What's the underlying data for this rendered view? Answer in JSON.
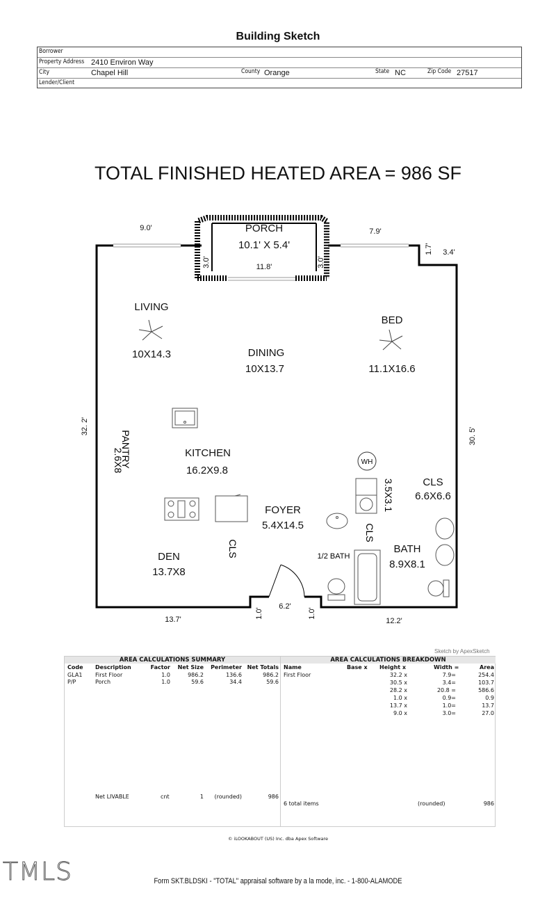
{
  "title": "Building Sketch",
  "header": {
    "borrower_label": "Borrower",
    "address_label": "Property Address",
    "address": "2410 Environ Way",
    "city_label": "City",
    "city": "Chapel Hill",
    "county_label": "County",
    "county": "Orange",
    "state_label": "State",
    "state": "NC",
    "zip_label": "Zip Code",
    "zip": "27517",
    "lender_label": "Lender/Client"
  },
  "banner": "TOTAL FINISHED HEATED AREA = 986 SF",
  "plan": {
    "rooms": [
      {
        "name": "PORCH",
        "size": "10.1' X 5.4'"
      },
      {
        "name": "LIVING",
        "size": "10X14.3"
      },
      {
        "name": "DINING",
        "size": "10X13.7"
      },
      {
        "name": "BED",
        "size": "11.1X16.6"
      },
      {
        "name": "KITCHEN",
        "size": "16.2X9.8"
      },
      {
        "name": "FOYER",
        "size": "5.4X14.5"
      },
      {
        "name": "DEN",
        "size": "13.7X8"
      },
      {
        "name": "CLS",
        "size": "6.6X6.6"
      },
      {
        "name": "BATH",
        "size": "8.9X8.1"
      }
    ],
    "pantry": "PANTRY",
    "pantry_size": "2.6X8",
    "half_bath": "1/2 BATH",
    "cls_vert_1": "CLS",
    "cls_vert_2": "CLS",
    "cls_dim": "3.5X3.1",
    "wh": "WH",
    "dims": {
      "top_left": "9.0'",
      "top_right": "7.9'",
      "right_notch_v": "1.7'",
      "right_notch_h": "3.4'",
      "porch_bottom": "11.8'",
      "porch_left": "3.0'",
      "porch_right": "3.0'",
      "left": "32. 2'",
      "right": "30. 5'",
      "bottom_left": "13.7'",
      "bottom_mid": "6.2'",
      "bottom_right": "12.2'",
      "notch_left": "1.0'",
      "notch_right": "1.0'"
    }
  },
  "credit": "Sketch by ApexSketch",
  "summary": {
    "title": "AREA CALCULATIONS SUMMARY",
    "headers": [
      "Code",
      "Description",
      "Factor",
      "Net Size",
      "Perimeter",
      "Net Totals"
    ],
    "rows": [
      [
        "GLA1",
        "First Floor",
        "1.0",
        "986.2",
        "136.6",
        "986.2"
      ],
      [
        "P/P",
        "Porch",
        "1.0",
        "59.6",
        "34.4",
        "59.6"
      ]
    ],
    "footer": [
      "Net LIVABLE",
      "cnt",
      "1",
      "(rounded)",
      "986"
    ]
  },
  "breakdown": {
    "title": "AREA CALCULATIONS BREAKDOWN",
    "headers": [
      "Name",
      "Base x",
      "Height x",
      "Width =",
      "Area"
    ],
    "name": "First Floor",
    "rows": [
      [
        "32.2  x",
        "7.9=",
        "254.4"
      ],
      [
        "30.5  x",
        "3.4=",
        "103.7"
      ],
      [
        "28.2 x",
        "20.8 =",
        "586.6"
      ],
      [
        "1.0  x",
        "0.9=",
        "0.9"
      ],
      [
        "13.7 x",
        "1.0=",
        "13.7"
      ],
      [
        "9.0  x",
        "3.0=",
        "27.0"
      ]
    ],
    "footer": [
      "6 total items",
      "(rounded)",
      "986"
    ]
  },
  "copyright": "© iLOOKABOUT (US) Inc. dba Apex Software",
  "watermark": "TMLS",
  "form_footer": "Form SKT.BLDSKI - \"TOTAL\" appraisal software by a la mode, inc. - 1-800-ALAMODE"
}
